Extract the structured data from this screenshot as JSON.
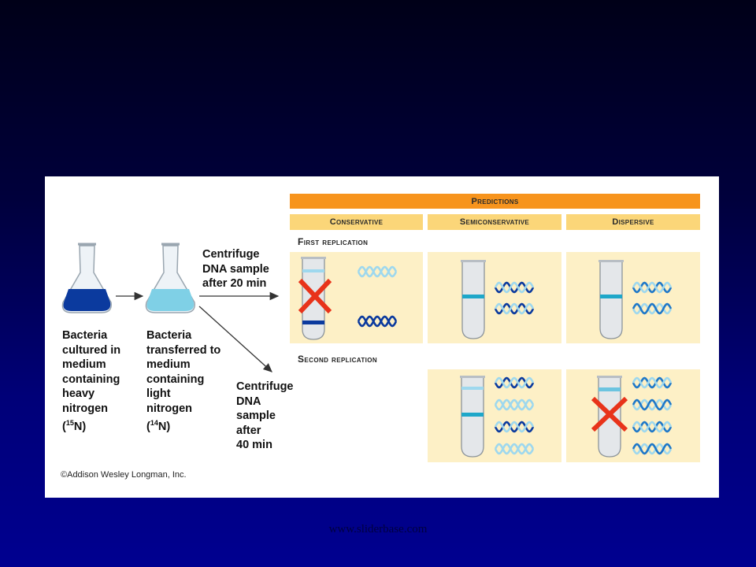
{
  "predictions": {
    "title": "Predictions",
    "columns": [
      "Conservative",
      "Semiconservative",
      "Dispersive"
    ]
  },
  "rows": {
    "first": "First replication",
    "second": "Second replication"
  },
  "flasks": {
    "heavy_label": [
      "Bacteria",
      "cultured in",
      "medium",
      "containing",
      "heavy",
      "nitrogen"
    ],
    "heavy_isotope": {
      "open": "(",
      "sup": "15",
      "close": "N)"
    },
    "light_label": [
      "Bacteria",
      "transferred to",
      "medium",
      "containing",
      "light",
      "nitrogen"
    ],
    "light_isotope": {
      "open": "(",
      "sup": "14",
      "close": "N)"
    }
  },
  "steps": {
    "step1": [
      "Centrifuge",
      "DNA sample",
      "after 20 min"
    ],
    "step2": [
      "Centrifuge",
      "DNA",
      "sample",
      "after",
      "40 min"
    ]
  },
  "copyright": "©Addison Wesley Longman, Inc.",
  "footer": "www.sliderbase.com",
  "colors": {
    "orange_bar": "#f7941d",
    "column_header": "#fbd679",
    "cell": "#fdf0c6",
    "heavy_blue": "#0b3a9e",
    "mid_blue": "#1ea7c9",
    "light_blue": "#9ed8ee",
    "cross": "#e8331a"
  }
}
